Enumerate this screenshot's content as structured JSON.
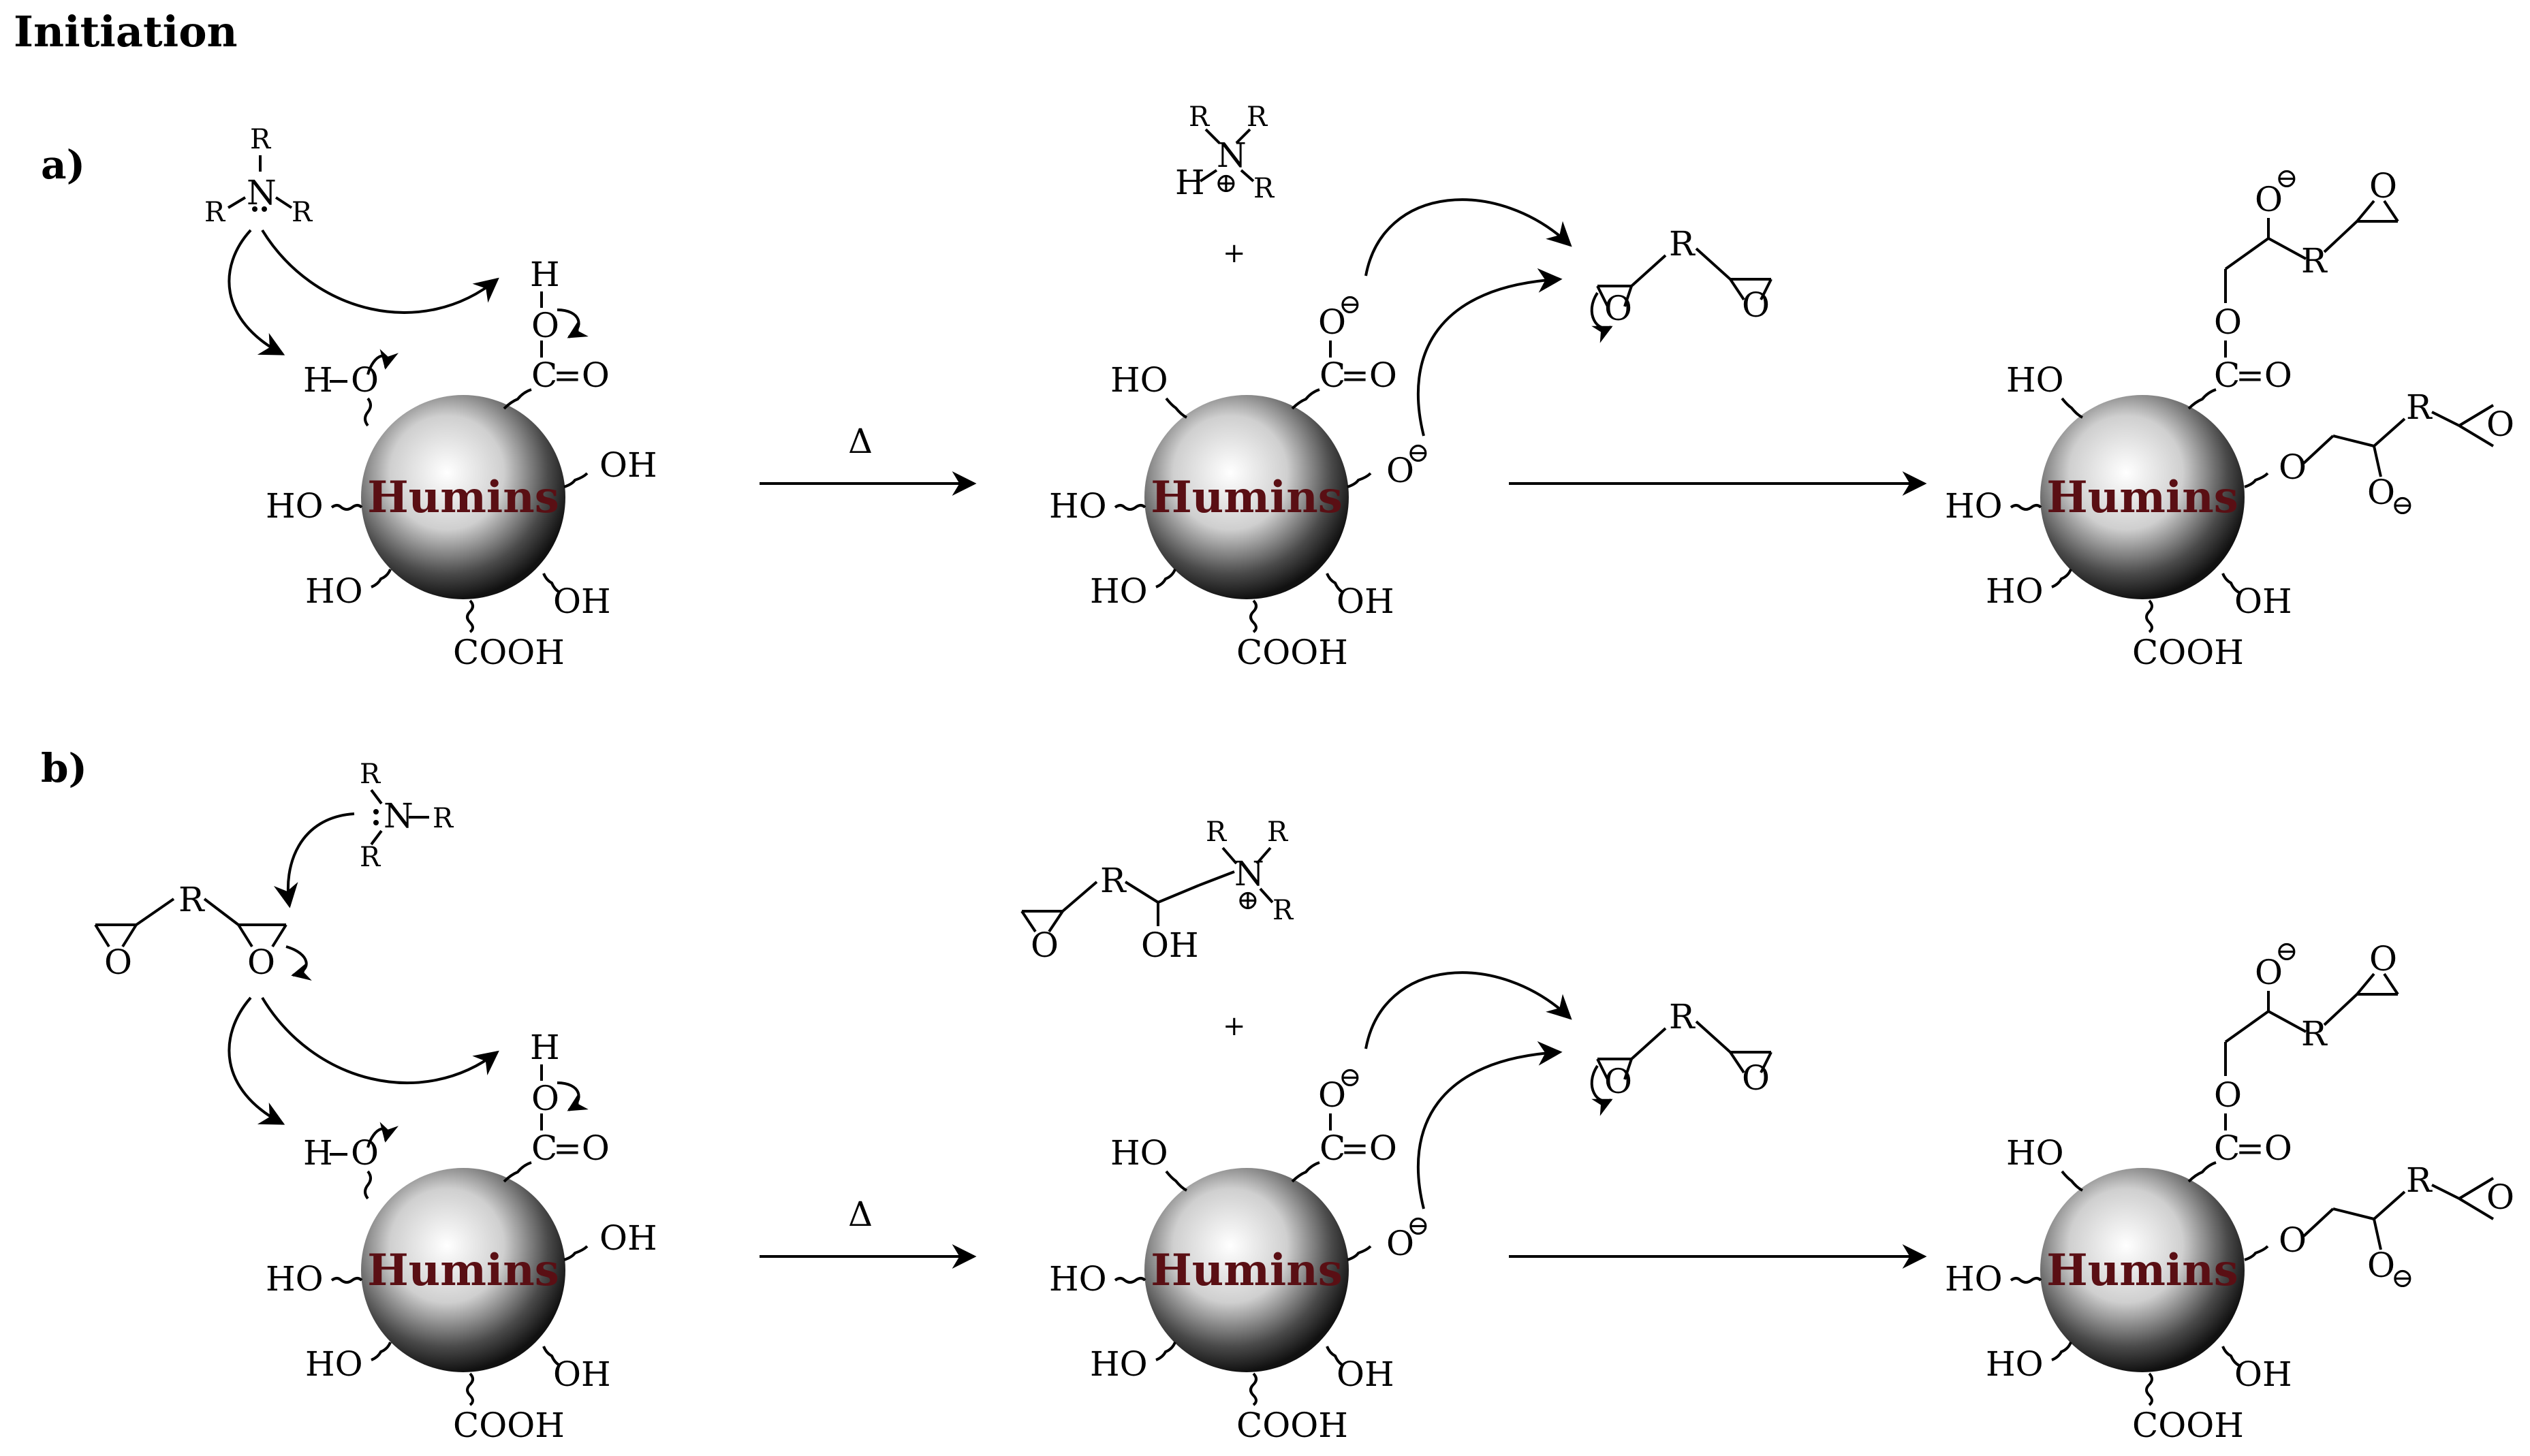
{
  "title": "Initiation",
  "panels": [
    {
      "label": "a)",
      "reaction_conditions": "Δ",
      "amine": {
        "N": "N",
        "R": "R",
        "lone_pair": ":"
      },
      "ammonium": {
        "N": "N",
        "R": "R",
        "H": "H",
        "charge": "⊕",
        "plus": "+"
      },
      "humins_label": "Humins",
      "groups": {
        "HO": "HO",
        "OH": "OH",
        "COOH": "COOH",
        "H": "H",
        "O": "O",
        "C": "C",
        "eqO": "=O",
        "carb": "C=O",
        "R": "R",
        "minus": "⊖"
      }
    },
    {
      "label": "b)",
      "reaction_conditions": "Δ",
      "amine": {
        "N": "N",
        "R": "R",
        "lone_pair": ":"
      },
      "epoxide": {
        "O": "O",
        "R": "R"
      },
      "adduct": {
        "OH": "OH",
        "N": "N",
        "R": "R",
        "charge": "⊕",
        "plus": "+"
      },
      "humins_label": "Humins",
      "groups": {
        "HO": "HO",
        "OH": "OH",
        "COOH": "COOH",
        "H": "H",
        "O": "O",
        "C": "C",
        "eqO": "=O",
        "carb": "C=O",
        "R": "R",
        "minus": "⊖"
      }
    }
  ],
  "colors": {
    "humins_text": "#5a0f14",
    "sphere_light": "#ffffff",
    "sphere_dark": "#1a1a1a"
  }
}
